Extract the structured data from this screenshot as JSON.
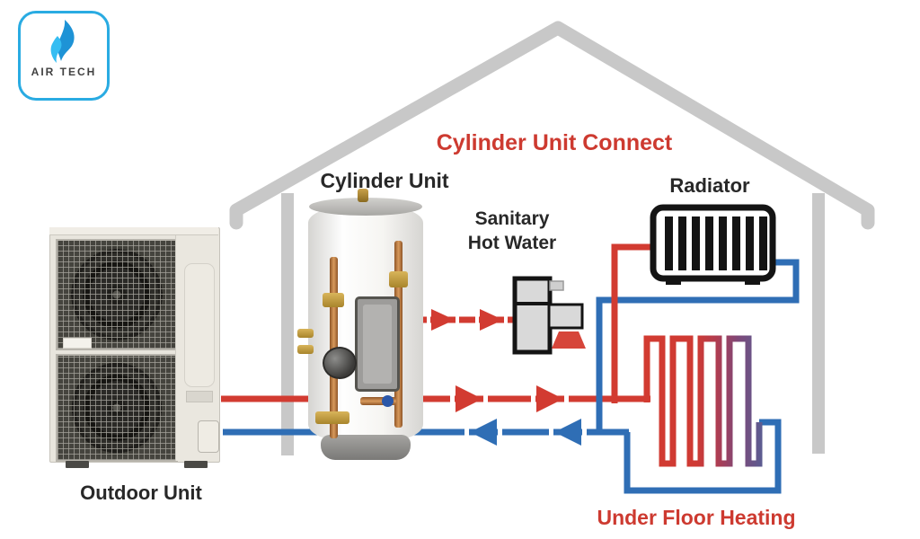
{
  "logo": {
    "brand": "AIR TECH"
  },
  "title": {
    "text": "Cylinder Unit Connect"
  },
  "labels": {
    "cylinder_unit": "Cylinder Unit",
    "sanitary_hot_water": [
      "Sanitary",
      "Hot Water"
    ],
    "radiator": "Radiator",
    "outdoor_unit": "Outdoor Unit",
    "under_floor_heating": "Under Floor Heating"
  },
  "colors": {
    "supply_pipe": "#d23b31",
    "return_pipe": "#2f6eb5",
    "house_outline": "#c8c8c8",
    "label_text": "#282828",
    "red_text": "#cd3a30",
    "logo_blue": "#29abe2",
    "coil_gradient_start": "#d23b31",
    "coil_gradient_end": "#5c5c91"
  }
}
